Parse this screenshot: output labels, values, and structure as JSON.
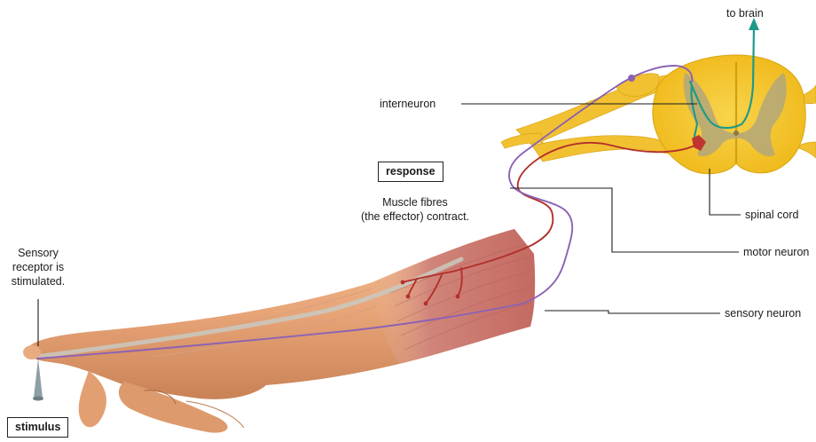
{
  "labels": {
    "to_brain": "to brain",
    "interneuron": "interneuron",
    "response": "response",
    "muscle_line1": "Muscle fibres",
    "muscle_line2": "(the effector) contract.",
    "spinal_cord": "spinal cord",
    "motor_neuron": "motor neuron",
    "sensory_neuron": "sensory neuron",
    "receptor_line1": "Sensory",
    "receptor_line2": "receptor is",
    "receptor_line3": "stimulated.",
    "stimulus": "stimulus"
  },
  "colors": {
    "skin": "#e7a477",
    "skin_dark": "#c97d50",
    "muscle": "#c8716a",
    "spinal_cord": "#f5c52a",
    "grey_matter": "#b3a77a",
    "sensory_neuron": "#8b62b4",
    "motor_neuron": "#b3302c",
    "interneuron": "#1f9a8a",
    "leader": "#1a1a1a"
  }
}
